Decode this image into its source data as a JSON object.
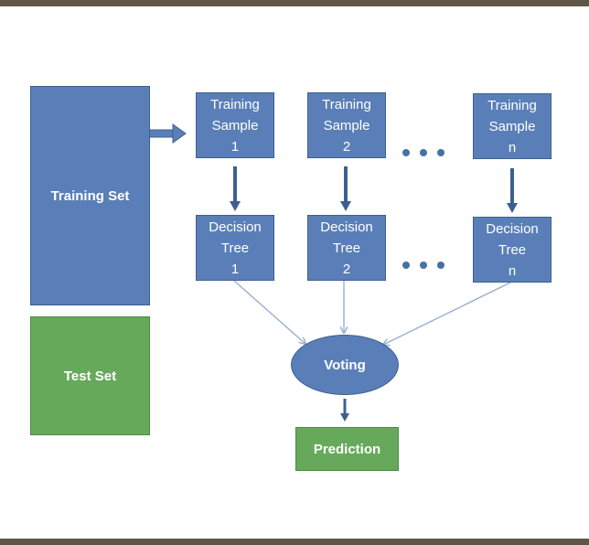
{
  "diagram": {
    "training_set": {
      "label": "Training Set"
    },
    "test_set": {
      "label": "Test Set"
    },
    "samples": [
      {
        "label": "Training\nSample\n1"
      },
      {
        "label": "Training\nSample\n2"
      },
      {
        "label": "Training\nSample\nn"
      }
    ],
    "trees": [
      {
        "label": "Decision\nTree\n1"
      },
      {
        "label": "Decision\nTree\n2"
      },
      {
        "label": "Decision\nTree\nn"
      }
    ],
    "voting": {
      "label": "Voting"
    },
    "prediction": {
      "label": "Prediction"
    }
  },
  "colors": {
    "blue_fill": "#5a7fb8",
    "green_fill": "#67a95b",
    "frame_band": "#5f5647",
    "arrow": "#3d5f91",
    "connector": "#98afcf"
  }
}
